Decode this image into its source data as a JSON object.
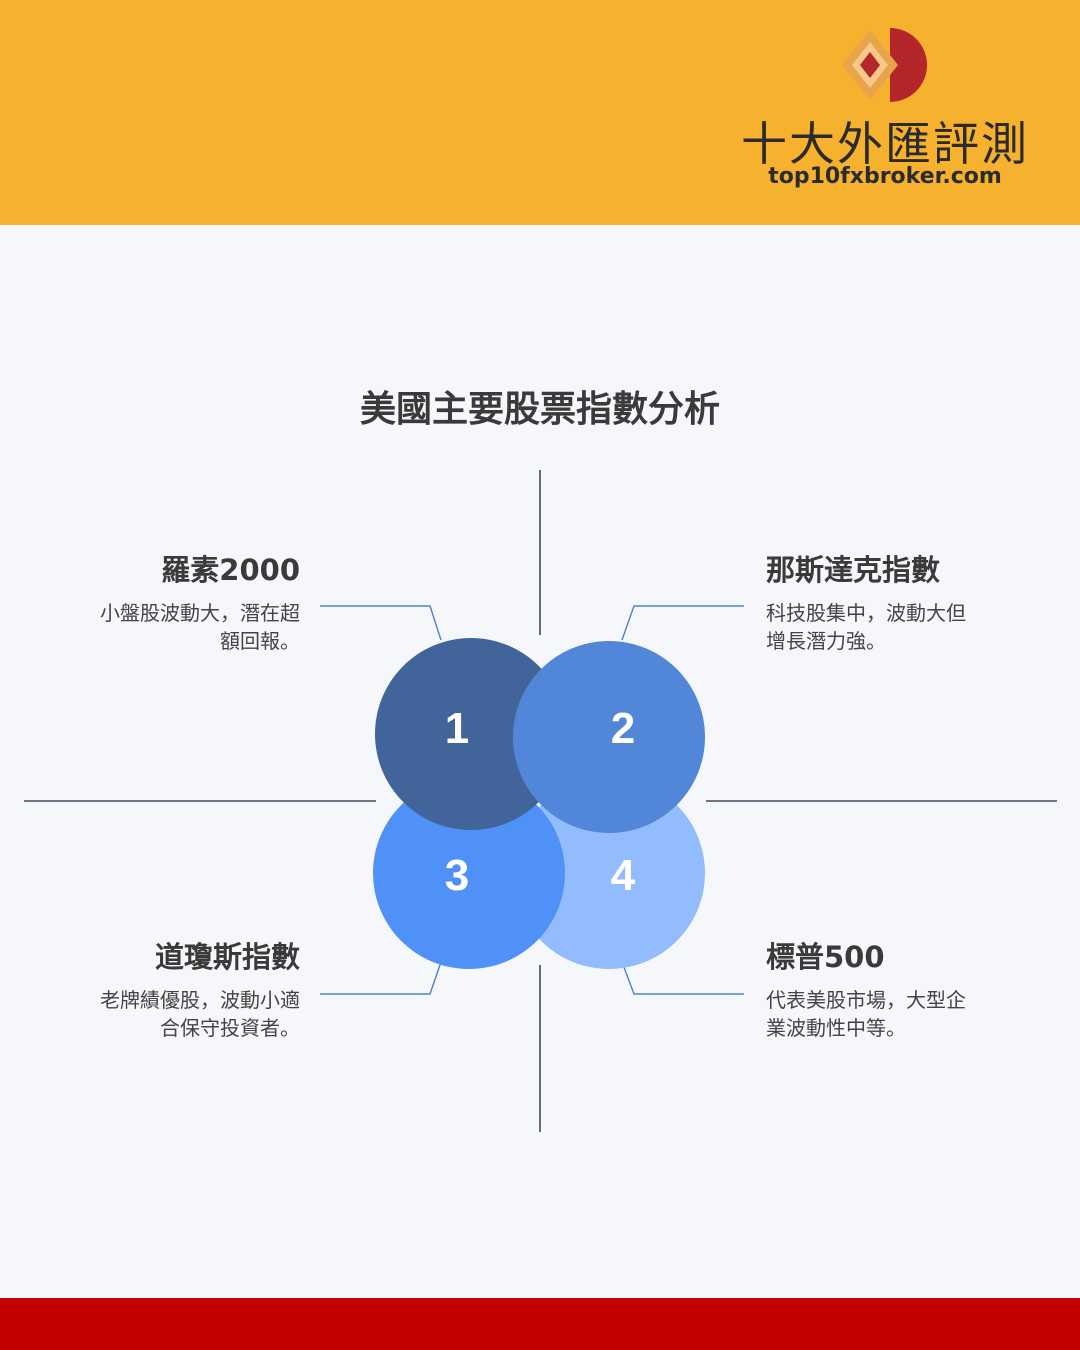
{
  "brand": {
    "name": "十大外匯評測",
    "url": "top10fxbroker.com",
    "colors": {
      "header": "#f6b22e",
      "footer": "#c30000",
      "logo_red": "#b3262a",
      "logo_gold": "#e9a34a"
    }
  },
  "title": "美國主要股票指數分析",
  "indices": [
    {
      "number": "1",
      "name": "羅素2000",
      "desc_lines": [
        "小盤股波動大，潛在超",
        "額回報。"
      ],
      "color": "#41659b"
    },
    {
      "number": "2",
      "name": "那斯達克指數",
      "desc_lines": [
        "科技股集中，波動大但",
        "增長潛力強。"
      ],
      "color": "#5186d8"
    },
    {
      "number": "3",
      "name": "道瓊斯指數",
      "desc_lines": [
        "老牌績優股，波動小適",
        "合保守投資者。"
      ],
      "color": "#4f91f6"
    },
    {
      "number": "4",
      "name": "標普500",
      "desc_lines": [
        "代表美股市場，大型企",
        "業波動性中等。"
      ],
      "color": "#93bcff"
    }
  ]
}
